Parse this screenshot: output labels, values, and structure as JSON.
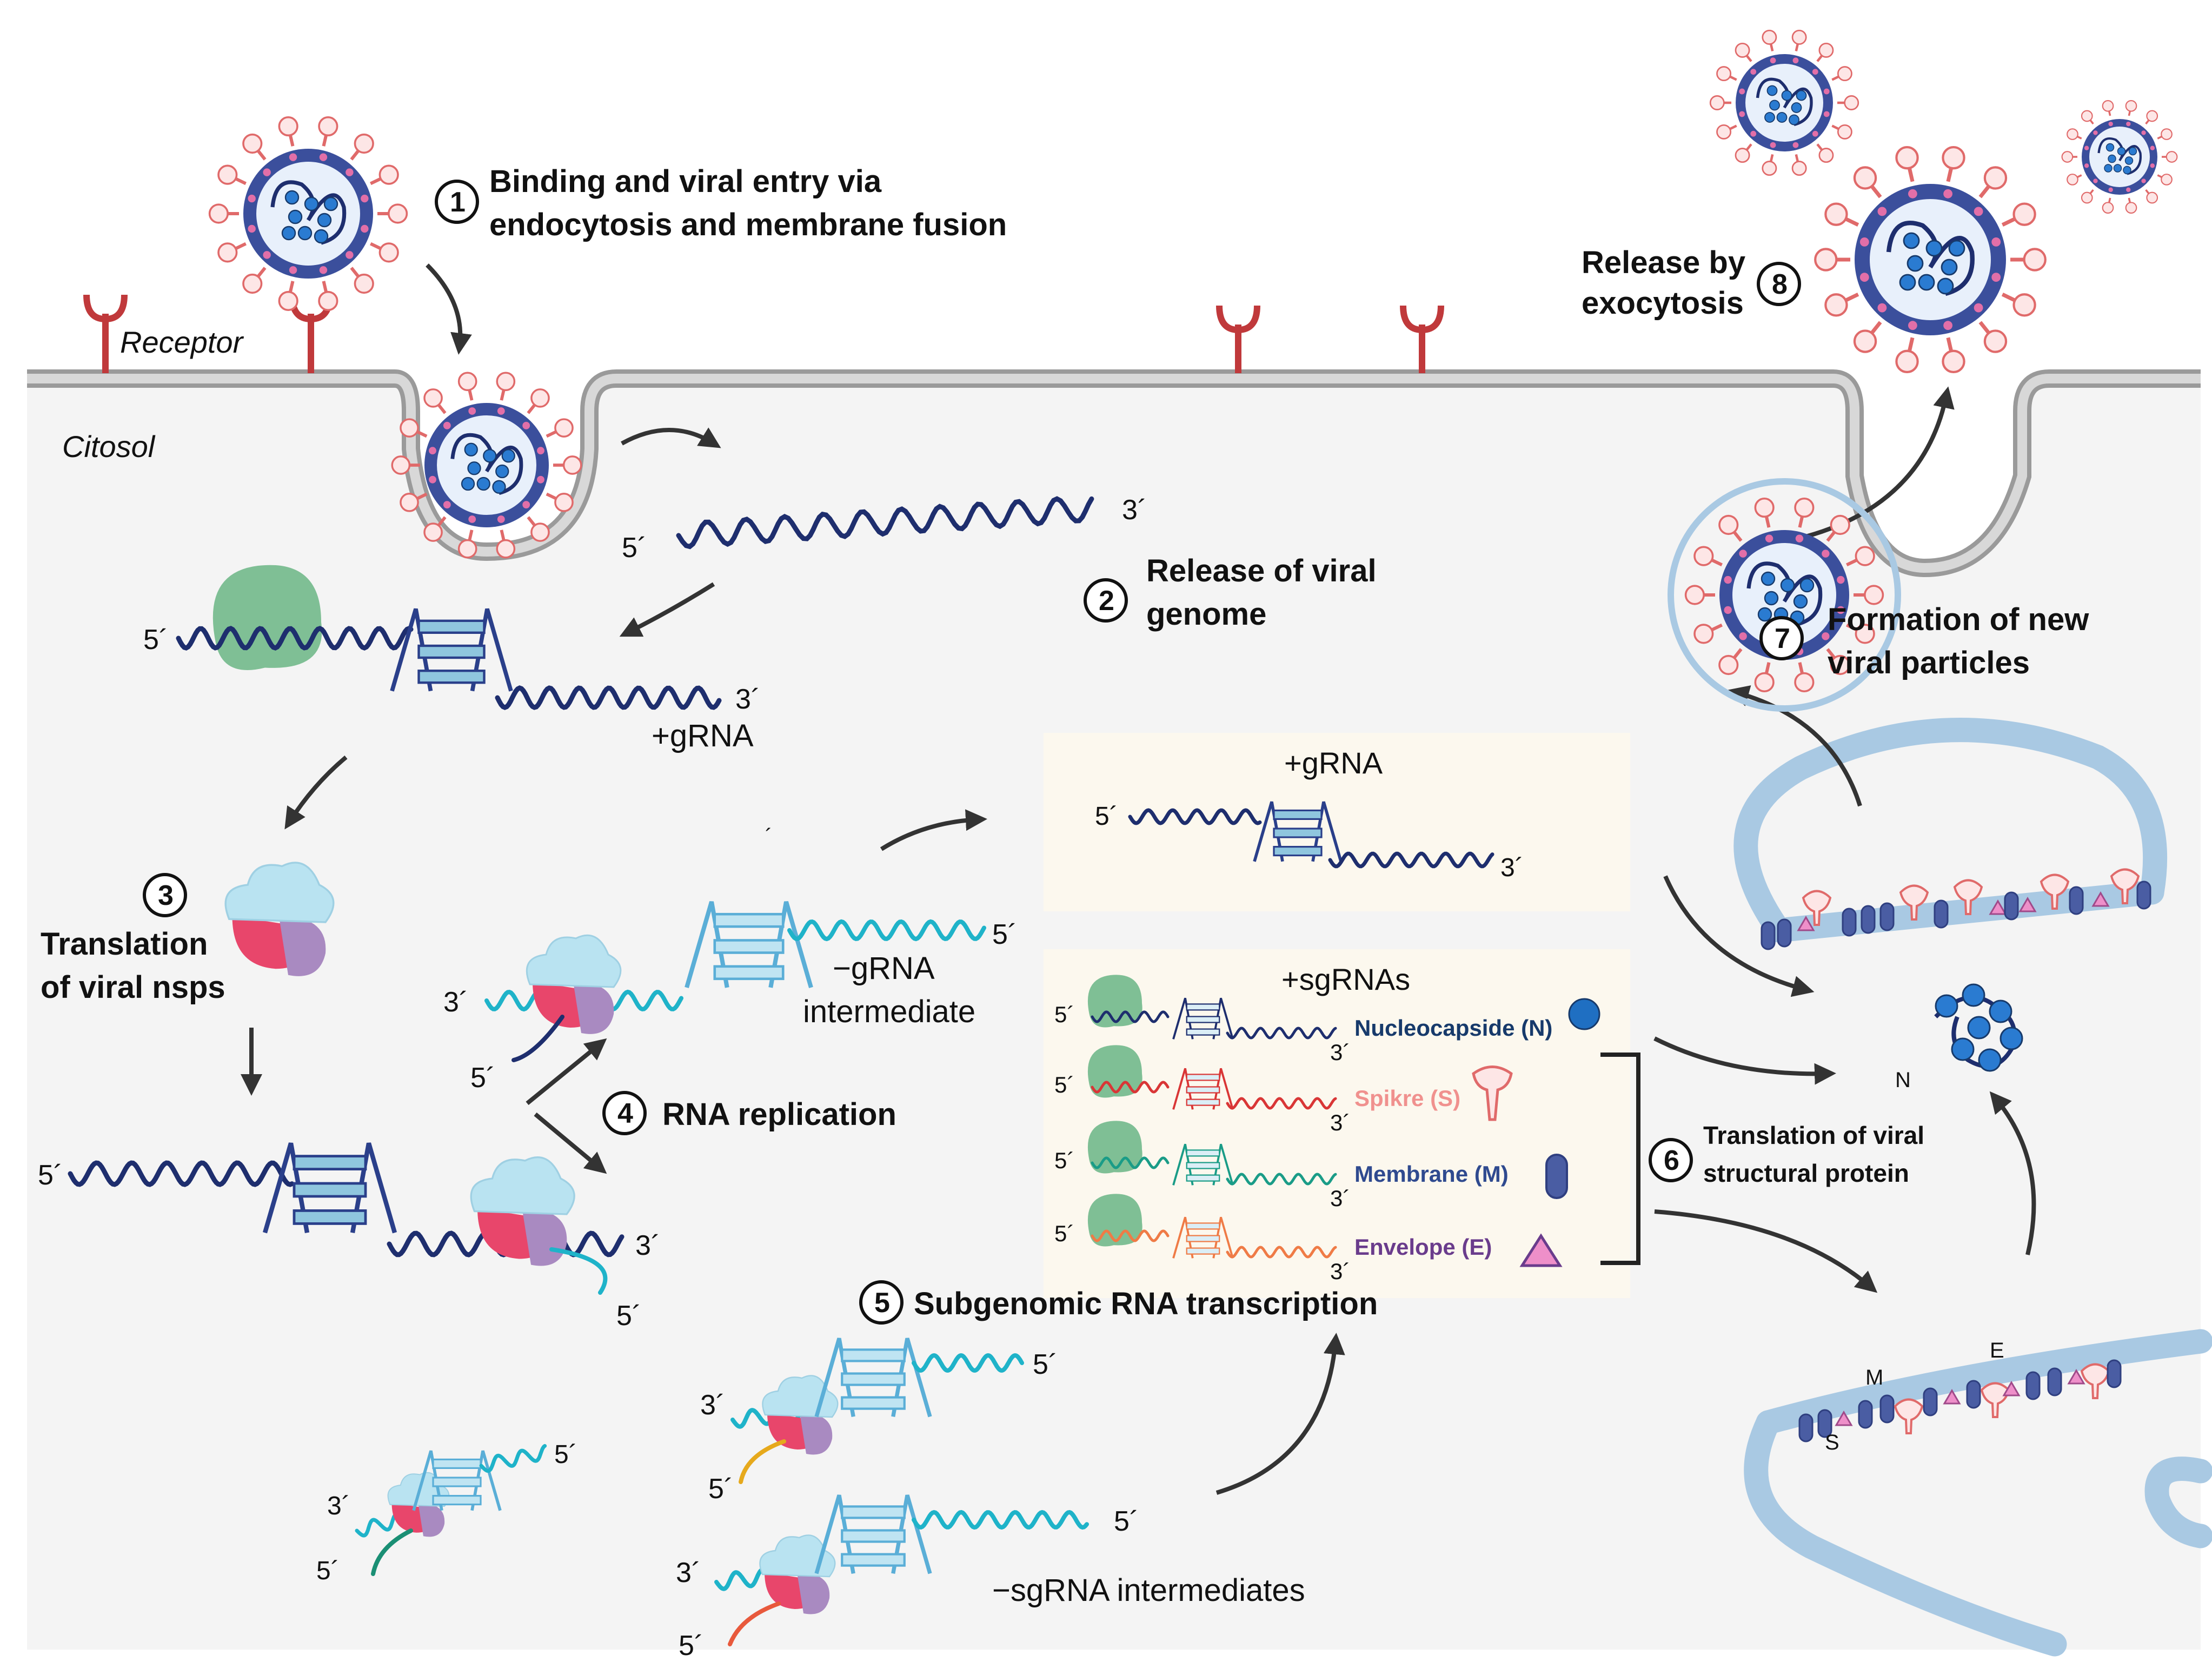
{
  "labels": {
    "receptor": "Receptor",
    "citosol": "Citosol",
    "five_prime": "5´",
    "three_prime": "3´",
    "gRNA_plus": "+gRNA",
    "gRNA_minus_1": "−gRNA",
    "gRNA_minus_2": "intermediate",
    "sgRNA_box_title": "+sgRNAs",
    "gRNA_box_title": "+gRNA",
    "sgRNA_minus": "−sgRNA intermediates",
    "N_short": "N",
    "S_short": "S",
    "M_short": "M",
    "E_short": "E",
    "tick": "´"
  },
  "steps": [
    {
      "num": "1",
      "line1": "Binding and viral entry via",
      "line2": "endocytosis and membrane fusion"
    },
    {
      "num": "2",
      "line1": "Release of viral",
      "line2": "genome"
    },
    {
      "num": "3",
      "line1": "Translation",
      "line2": "of viral nsps"
    },
    {
      "num": "4",
      "line1": "RNA replication",
      "line2": ""
    },
    {
      "num": "5",
      "line1": "Subgenomic RNA transcription",
      "line2": ""
    },
    {
      "num": "6",
      "line1": "Translation of viral",
      "line2": "structural protein"
    },
    {
      "num": "7",
      "line1": "Formation of new",
      "line2": "viral particles"
    },
    {
      "num": "8",
      "line1": "Release by",
      "line2": "exocytosis"
    }
  ],
  "proteins": [
    {
      "label": "Nucleocapside (N)",
      "color": "#173a6b",
      "icon": "circle-icon"
    },
    {
      "label": "Spikre (S)",
      "color": "#f0918e",
      "icon": "spike-icon"
    },
    {
      "label": "Membrane (M)",
      "color": "#2f4a8f",
      "icon": "capsule-icon"
    },
    {
      "label": "Envelope (E)",
      "color": "#6a3c8c",
      "icon": "triangle-icon"
    }
  ],
  "colors": {
    "membrane": "#b9b9b9",
    "cytosol": "#f4f4f4",
    "receptor": "#c0393b",
    "rna_positive": "#1e2e6e",
    "rna_negative": "#1fb3c9",
    "ribosome_green": "#7fbf95",
    "ribosome_red": "#e8466b",
    "ribosome_purple": "#a98ac1",
    "ribosome_cap": "#b9e3f1",
    "er_membrane": "#a9c9e3"
  }
}
